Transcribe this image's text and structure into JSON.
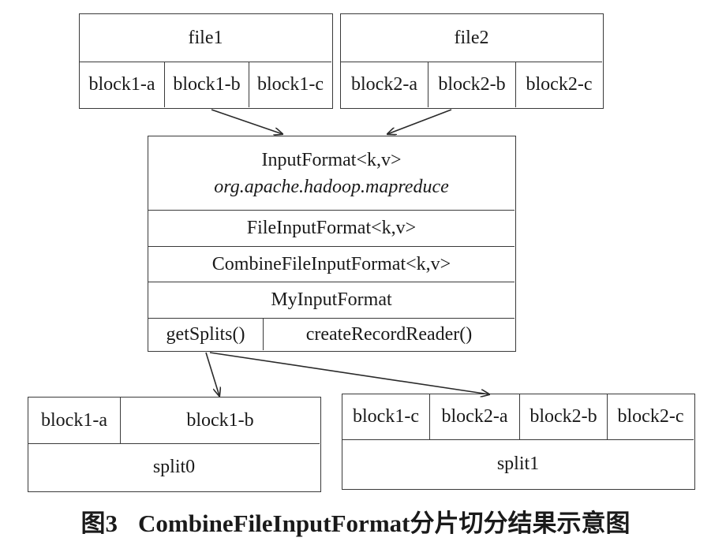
{
  "file1": {
    "title": "file1",
    "blocks": [
      "block1-a",
      "block1-b",
      "block1-c"
    ]
  },
  "file2": {
    "title": "file2",
    "blocks": [
      "block2-a",
      "block2-b",
      "block2-c"
    ]
  },
  "inputformat": {
    "title": "InputFormat<k,v>",
    "package": "org.apache.hadoop.mapreduce",
    "file_input_format": "FileInputFormat<k,v>",
    "combine_file_input_format": "CombineFileInputFormat<k,v>",
    "my_input_format": "MyInputFormat",
    "get_splits": "getSplits()",
    "create_record_reader": "createRecordReader()"
  },
  "split0": {
    "blocks": [
      "block1-a",
      "block1-b"
    ],
    "label": "split0"
  },
  "split1": {
    "blocks": [
      "block1-c",
      "block2-a",
      "block2-b",
      "block2-c"
    ],
    "label": "split1"
  },
  "caption": {
    "figure": "图3",
    "text": "CombineFileInputFormat分片切分结果示意图"
  }
}
